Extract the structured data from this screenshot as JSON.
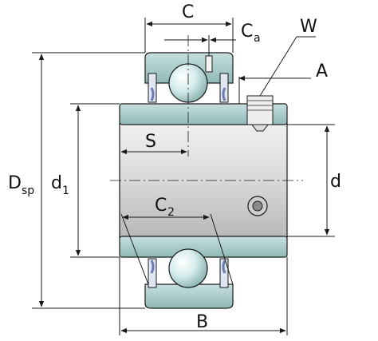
{
  "diagram": {
    "labels": {
      "C": "C",
      "Ca_main": "C",
      "Ca_sub": "a",
      "W": "W",
      "A": "A",
      "S": "S",
      "Dsp_main": "D",
      "Dsp_sub": "sp",
      "d1_main": "d",
      "d1_sub": "1",
      "d": "d",
      "C2_main": "C",
      "C2_sub": "2",
      "B": "B"
    },
    "colors": {
      "ring": "#a9cdcc",
      "ring_dark": "#6f9e9c",
      "bore": "#d7d7d7",
      "bore_dark": "#a9a9a9",
      "ball": "#cfe6e6",
      "seal": "#6b7bb3",
      "line": "#1a1a1a"
    }
  }
}
